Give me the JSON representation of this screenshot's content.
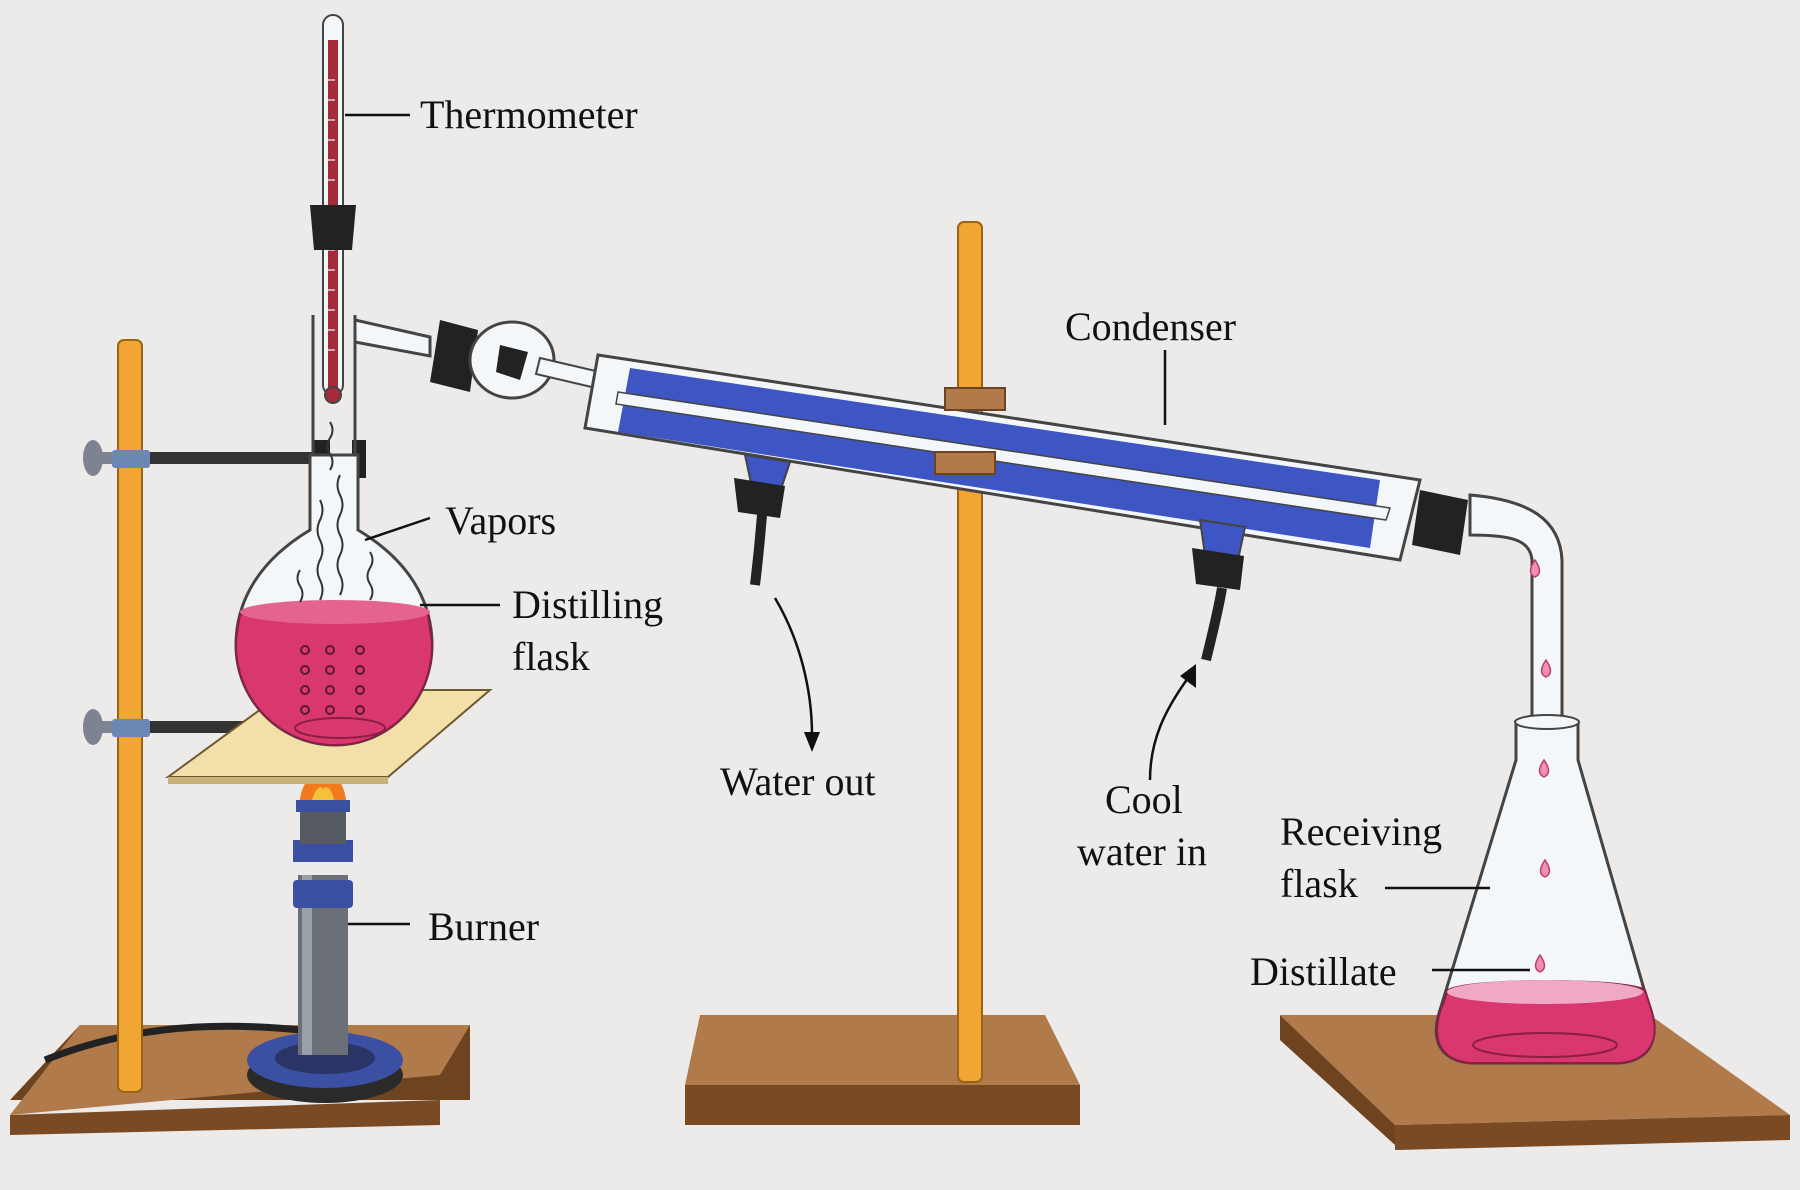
{
  "labels": {
    "thermometer": "Thermometer",
    "condenser": "Condenser",
    "vapors": "Vapors",
    "distilling_flask_1": "Distilling",
    "distilling_flask_2": "flask",
    "water_out": "Water out",
    "cool_water_in_1": "Cool",
    "cool_water_in_2": "water in",
    "receiving_flask_1": "Receiving",
    "receiving_flask_2": "flask",
    "burner": "Burner",
    "distillate": "Distillate"
  },
  "colors": {
    "background": "#ecebe9",
    "liquid": "#d9376f",
    "liquid_light": "#f0a9c4",
    "coolant": "#3d56c4",
    "rod": "#f1a634",
    "base": "#a9703f",
    "base_edge": "#6d4320",
    "rubber": "#222222",
    "glass": "#f4f7fa",
    "burner_blue": "#3b4fa3",
    "flame": "#f07a1d",
    "gauze": "#f3dfa8"
  }
}
